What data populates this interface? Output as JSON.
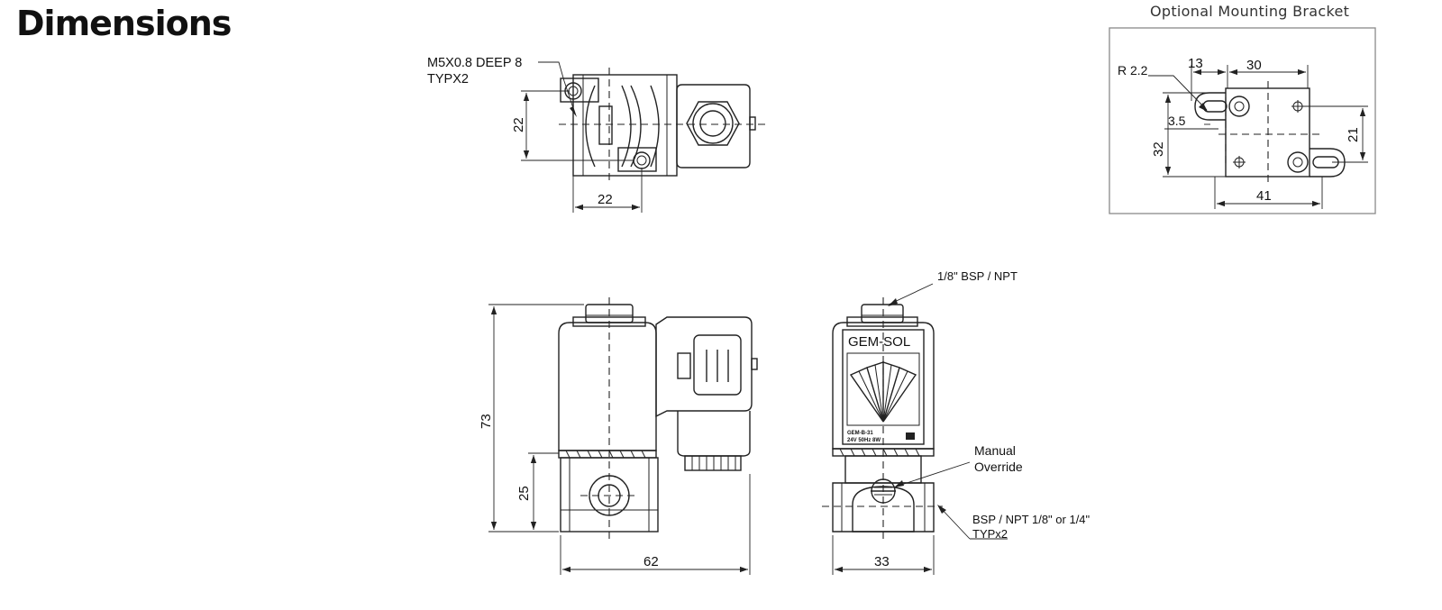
{
  "page": {
    "title": "Dimensions",
    "bracket_title": "Optional Mounting Bracket"
  },
  "top_view": {
    "thread_note_1": "M5X0.8 DEEP 8",
    "thread_note_2": "TYPX2",
    "dim_vertical": "22",
    "dim_horizontal": "22"
  },
  "side_view": {
    "dim_height_total": "73",
    "dim_height_body": "25",
    "dim_width": "62"
  },
  "front_view": {
    "port_top": "1/8\" BSP / NPT",
    "brand": "GEM-SOL",
    "model": "GEM-B-31",
    "rating": "24V 50Hz 8W",
    "override_1": "Manual",
    "override_2": "Override",
    "ports_1": "BSP / NPT 1/8\" or 1/4\"",
    "ports_2": "TYPx2",
    "dim_width": "33"
  },
  "bracket": {
    "radius": "R 2.2",
    "dim_13": "13",
    "dim_30": "30",
    "dim_3_5": "3.5",
    "dim_32": "32",
    "dim_21": "21",
    "dim_41": "41"
  }
}
